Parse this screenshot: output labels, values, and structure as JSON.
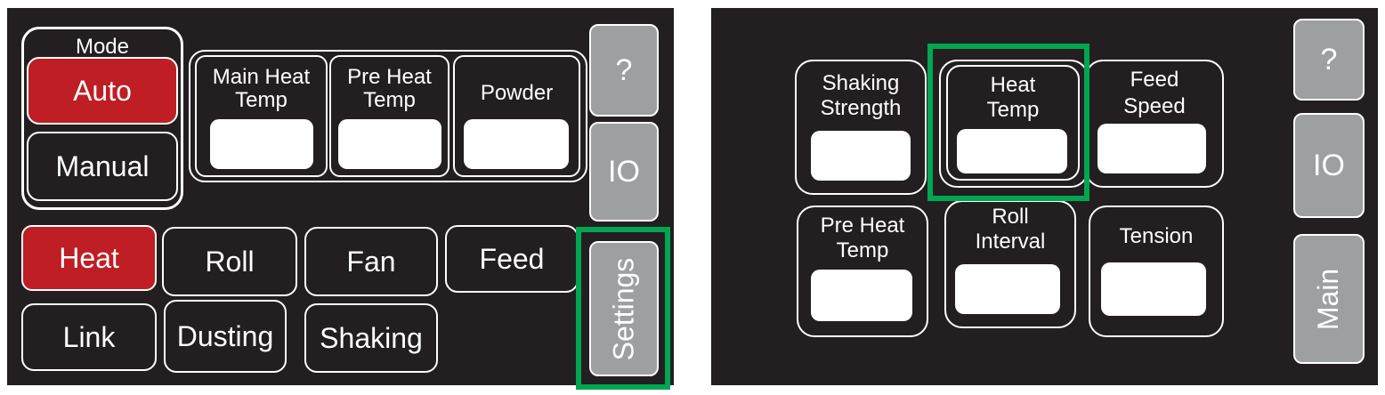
{
  "left_panel": {
    "mode": {
      "title": "Mode",
      "auto": "Auto",
      "manual": "Manual"
    },
    "fields": [
      {
        "label_l1": "Main Heat",
        "label_l2": "Temp",
        "value": ""
      },
      {
        "label_l1": "Pre Heat",
        "label_l2": "Temp",
        "value": ""
      },
      {
        "label_l1": "Powder",
        "label_l2": "",
        "value": ""
      }
    ],
    "buttons": {
      "heat": "Heat",
      "roll": "Roll",
      "fan": "Fan",
      "feed": "Feed",
      "link": "Link",
      "dusting": "Dusting",
      "shaking": "Shaking"
    },
    "side": {
      "help": "?",
      "io": "IO",
      "settings": "Settings"
    }
  },
  "right_panel": {
    "fields": [
      {
        "label_l1": "Shaking",
        "label_l2": "Strength",
        "value": ""
      },
      {
        "label_l1": "Heat",
        "label_l2": "Temp",
        "value": ""
      },
      {
        "label_l1": "Feed",
        "label_l2": "Speed",
        "value": ""
      },
      {
        "label_l1": "Pre Heat",
        "label_l2": "Temp",
        "value": ""
      },
      {
        "label_l1": "Roll",
        "label_l2": "Interval",
        "value": ""
      },
      {
        "label_l1": "Tension",
        "label_l2": "",
        "value": ""
      }
    ],
    "side": {
      "help": "?",
      "io": "IO",
      "main": "Main"
    }
  },
  "colors": {
    "panel_bg": "#231f20",
    "active_red": "#be1e24",
    "side_gray": "#9e9fa1",
    "highlight_green": "#00a651"
  }
}
